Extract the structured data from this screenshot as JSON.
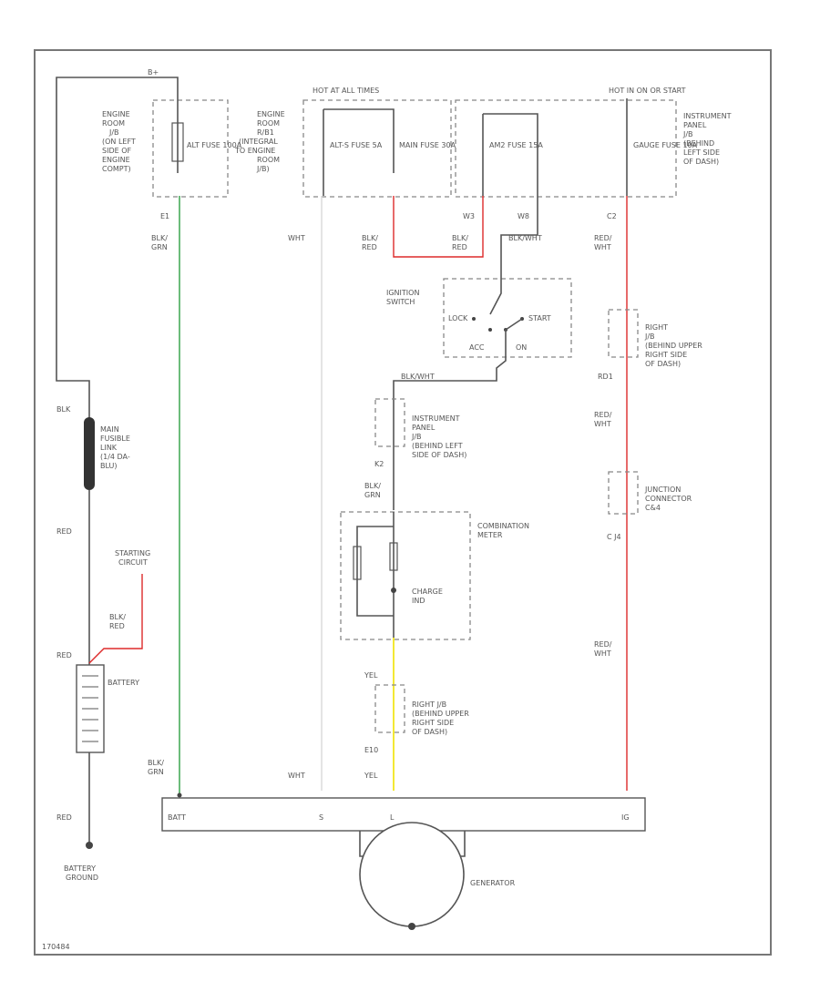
{
  "labels": {
    "b_plus": "B+",
    "hot_at_all_times": "HOT AT ALL TIMES",
    "hot_in_on": "HOT IN ON OR START",
    "engine_room_jb_left": "ENGINE ROOM J/B (ON LEFT SIDE OF ENGINE COMPT)",
    "engine_room_rb_mid": "ENGINE ROOM R/B1 (INTEGRAL TO ENGINE ROOM J/B)",
    "alt_fuse": "ALT FUSE 100A",
    "alt_s_fuse": "ALT-S FUSE 5A",
    "main_fuse": "MAIN FUSE 30A",
    "am2_fuse": "AM2 FUSE 15A",
    "gauge_fuse": "GAUGE FUSE 10A",
    "instrument_panel_jb_top": "INSTRUMENT PANEL J/B (BEHIND LEFT SIDE OF DASH)",
    "conn_e1": "E1",
    "conn_w3": "W3",
    "conn_w8": "W8",
    "conn_c2": "C2",
    "blk_grn_top": "BLK/ GRN",
    "wht_top": "WHT",
    "blk_red_a": "BLK/ RED",
    "blk_red_b": "BLK/ RED",
    "blk_wht": "BLK/WHT",
    "red_wht_top": "RED/ WHT",
    "ignition_switch": "IGNITION SWITCH",
    "lock": "LOCK",
    "start": "START",
    "acc": "ACC",
    "on": "ON",
    "blk_wht_2": "BLK/WHT",
    "instrument_panel_jb_mid": "INSTRUMENT PANEL J/B (BEHIND LEFT SIDE OF DASH)",
    "right_jb_top": "RIGHT J/B (BEHIND UPPER RIGHT SIDE OF DASH)",
    "rd1": "RD1",
    "red_wht_mid": "RED/ WHT",
    "junction_connector": "JUNCTION CONNECTOR C&4",
    "c_j4": "C J4",
    "blk": "BLK",
    "main_fusible_link": "MAIN FUSIBLE LINK (1/4 DA-BLU)",
    "red_1": "RED",
    "k2": "K2",
    "blk_grn_mid": "BLK/ GRN",
    "combination_meter": "COMBINATION METER",
    "charge_ind": "CHARGE IND",
    "starting_circuit": "STARTING CIRCUIT",
    "blk_red_batt": "BLK/ RED",
    "red_2": "RED",
    "battery": "BATTERY",
    "red_wht_low": "RED/ WHT",
    "yel_1": "YEL",
    "right_jb_low": "RIGHT J/B (BEHIND UPPER RIGHT SIDE OF DASH)",
    "e10": "E10",
    "blk_grn_low": "BLK/ GRN",
    "wht_low": "WHT",
    "yel_2": "YEL",
    "red_3": "RED",
    "batt": "BATT",
    "term_s": "S",
    "term_l": "L",
    "term_ig": "IG",
    "battery_ground": "BATTERY GROUND",
    "generator": "GENERATOR",
    "figure_code": "170484"
  },
  "colors": {
    "wire_red": "#dd2a2a",
    "wire_green": "#2ea043",
    "wire_yellow": "#f0e300",
    "wire_gray": "#555555",
    "box_dash": "#888888",
    "wire_white": "#d8d8d8"
  }
}
